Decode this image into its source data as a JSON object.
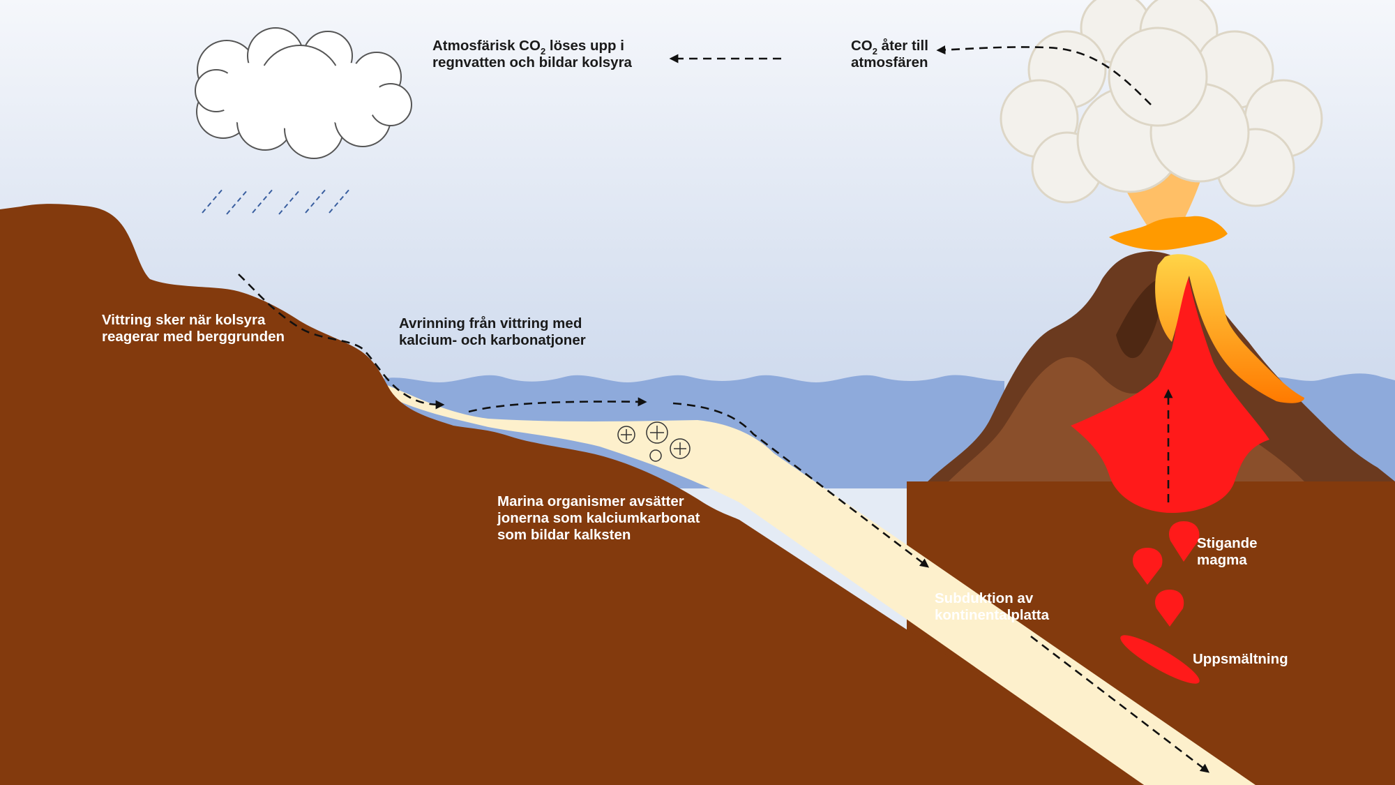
{
  "labels": {
    "co2_dissolves_prefix": "Atmosfärisk CO",
    "co2_dissolves_sub": "2",
    "co2_dissolves_suffix": " löses upp i",
    "co2_dissolves_line2": "regnvatten och bildar kolsyra",
    "co2_return_prefix": "CO",
    "co2_return_sub": "2",
    "co2_return_suffix": " åter till",
    "co2_return_line2": "atmosfären",
    "weathering_line1": "Vittring sker när kolsyra",
    "weathering_line2": "reagerar med berggrunden",
    "runoff_line1": "Avrinning från vittring med",
    "runoff_line2": "kalcium- och karbonatjoner",
    "marine_line1": "Marina organismer avsätter",
    "marine_line2": "jonerna som kalciumkarbonat",
    "marine_line3": "som bildar kalksten",
    "subduction_line1": "Subduktion av",
    "subduction_line2": "kontinentalplatta",
    "rising_magma_line1": "Stigande",
    "rising_magma_line2": "magma",
    "melting": "Uppsmältning"
  },
  "colors": {
    "sky_top": "#f5f7fb",
    "sky_bottom": "#c5d3ea",
    "sea": "#8eaadb",
    "land": "#833a0d",
    "limestone": "#fdf0cc",
    "volcano": "#6b3a1f",
    "magma": "#ff1a1a",
    "lava": "#ff9a00",
    "smoke": "#f3f1ec"
  }
}
